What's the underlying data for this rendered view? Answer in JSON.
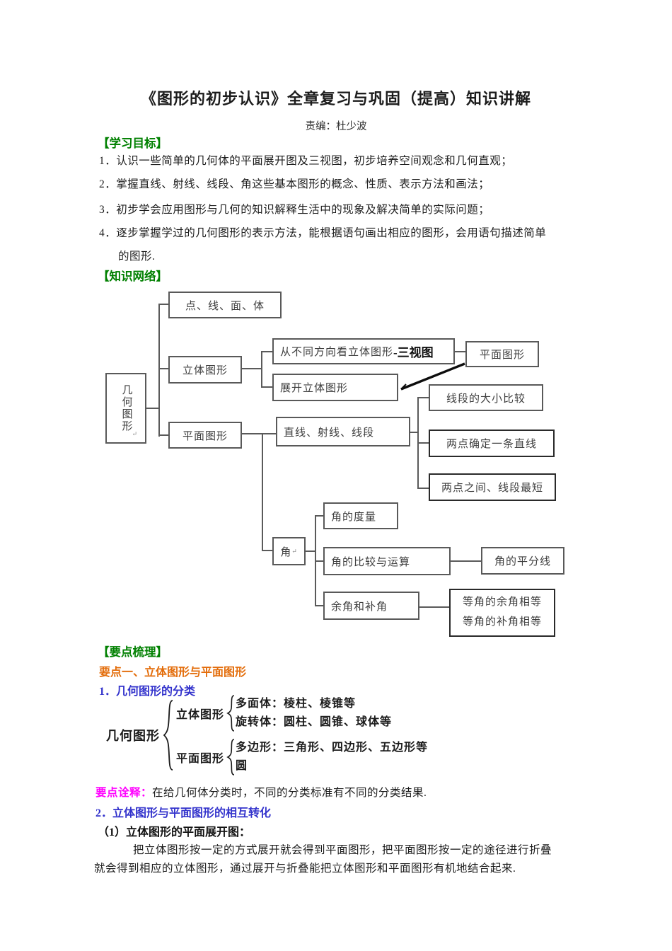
{
  "colors": {
    "heading_green": "#008000",
    "heading_orange": "#E36C09",
    "heading_blue": "#3333CC",
    "note_magenta": "#FF00FF"
  },
  "header": {
    "title": "《图形的初步认识》全章复习与巩固（提高）知识讲解",
    "editor": "责编：杜少波"
  },
  "objectives": {
    "header": "【学习目标】",
    "lines": [
      "1．认识一些简单的几何体的平面展开图及三视图，初步培养空间观念和几何直观；",
      "2．掌握直线、射线、线段、角这些基本图形的概念、性质、表示方法和画法；",
      "3．初步学会应用图形与几何的知识解释生活中的现象及解决简单的实际问题；",
      "4．逐步掌握学过的几何图形的表示方法，能根据语句画出相应的图形，会用语句描述简单",
      "的图形."
    ]
  },
  "network": {
    "header": "【知识网络】"
  },
  "diagram": {
    "pilcrow": "↵",
    "nodes": {
      "geo": "几何图形",
      "dlmt": "点、线、面、体",
      "solid": "立体图形",
      "view": "从不同方向看立体图形",
      "view_bold": "-三视图",
      "unfold": "展开立体图形",
      "plane_right": "平面图形",
      "seg_cmp": "线段的大小比较",
      "plane_left": "平面图形",
      "lines": "直线、射线、线段",
      "two_points": "两点确定一条直线",
      "shortest": "两点之间、线段最短",
      "deg": "角的度量",
      "angle": "角",
      "angle_cmp": "角的比较与运算",
      "bisector": "角的平分线",
      "complement": "余角和补角",
      "equal1": "等角的余角相等",
      "equal2": "等角的补角相等"
    }
  },
  "key_points": {
    "header": "【要点梳理】",
    "point1_title": "要点一、立体图形与平面图形",
    "sub1_title": "1．几何图形的分类",
    "classification": {
      "root": "几何图形",
      "solid": "立体图形",
      "solid_item1": "多面体：棱柱、棱锥等",
      "solid_item2": "旋转体：圆柱、圆锥、球体等",
      "plane": "平面图形",
      "plane_item1": "多边形：三角形、四边形、五边形等",
      "plane_item2": "圆"
    },
    "note_label": "要点诠释：",
    "note_text": "在给几何体分类时，不同的分类标准有不同的分类结果.",
    "sub2_title": "2．立体图形与平面图形的相互转化",
    "sub2_1_title": "（1）立体图形的平面展开图：",
    "para_line1": "把立体图形按一定的方式展开就会得到平面图形，把平面图形按一定的途径进行折叠",
    "para_line2": "就会得到相应的立体图形，通过展开与折叠能把立体图形和平面图形有机地结合起来."
  }
}
